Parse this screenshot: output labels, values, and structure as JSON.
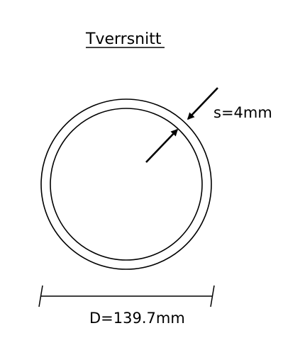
{
  "diagram": {
    "title": "Tverrsnitt",
    "thickness_label": "s=4mm",
    "diameter_label": "D=139.7mm",
    "colors": {
      "line": "#000000",
      "background": "#ffffff"
    }
  }
}
